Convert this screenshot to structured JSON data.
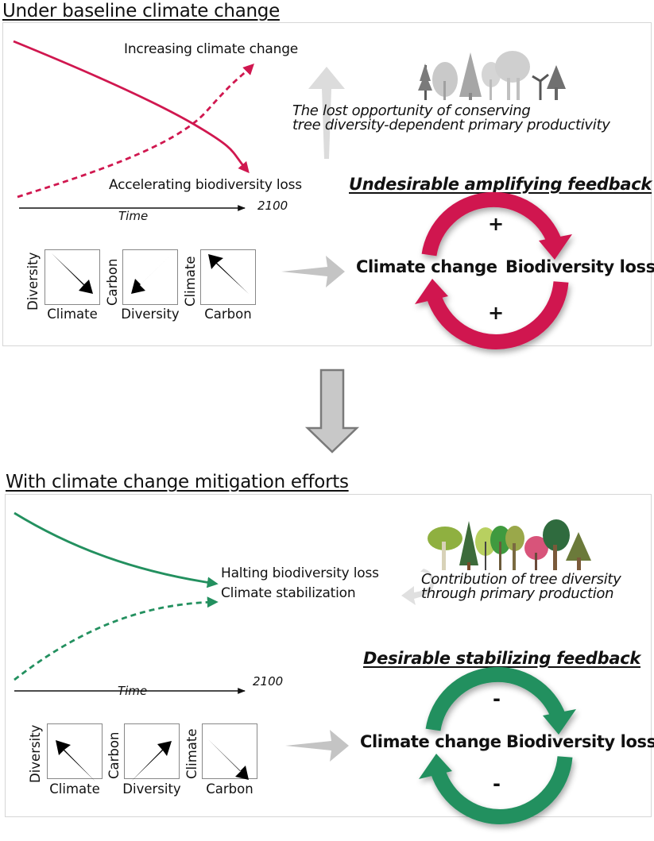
{
  "colors": {
    "baseline_accent": "#d0174f",
    "mitigation_accent": "#23905f",
    "gray_arrow": "#c4c4c4",
    "panel_border": "#d6d6d6"
  },
  "top": {
    "section_title": "Under baseline climate change",
    "trend_labels": {
      "up": "Increasing climate change",
      "down": "Accelerating biodiversity loss"
    },
    "time_axis": {
      "label": "Time",
      "end": "2100"
    },
    "caption_lines": [
      "The lost opportunity of conserving",
      "tree diversity-dependent primary productivity"
    ],
    "tree_icons": "gray-tree-silhouettes",
    "mini_plots": [
      {
        "y": "Diversity",
        "x": "Climate",
        "direction": "down-right"
      },
      {
        "y": "Carbon",
        "x": "Diversity",
        "direction": "down-left"
      },
      {
        "y": "Climate",
        "x": "Carbon",
        "direction": "up-left"
      }
    ],
    "feedback_title": "Undesirable amplifying feedback",
    "loop": {
      "left": "Climate change",
      "right": "Biodiversity loss",
      "sign_top": "+",
      "sign_bottom": "+"
    }
  },
  "transition_arrow": "down-arrow",
  "bottom": {
    "section_title": "With climate change mitigation efforts",
    "trend_labels": {
      "down": "Halting biodiversity loss",
      "up": "Climate stabilization"
    },
    "time_axis": {
      "label": "Time",
      "end": "2100"
    },
    "caption_lines": [
      "Contribution of tree diversity",
      "through primary production"
    ],
    "tree_icons": "colored-tree-silhouettes",
    "mini_plots": [
      {
        "y": "Diversity",
        "x": "Climate",
        "direction": "up-left"
      },
      {
        "y": "Carbon",
        "x": "Diversity",
        "direction": "up-right"
      },
      {
        "y": "Climate",
        "x": "Carbon",
        "direction": "down-right"
      }
    ],
    "feedback_title": "Desirable stabilizing feedback",
    "loop": {
      "left": "Climate change",
      "right": "Biodiversity loss",
      "sign_top": "-",
      "sign_bottom": "-"
    }
  }
}
